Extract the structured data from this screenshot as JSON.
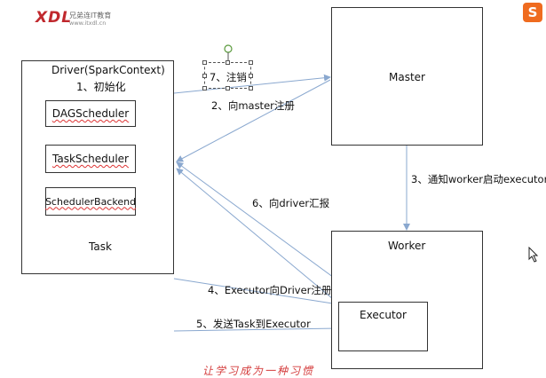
{
  "logo": {
    "main": "XDL",
    "sub": "兄弟连IT教育",
    "url": "www.itxdl.cn"
  },
  "sogou": {
    "letter": "S"
  },
  "driver": {
    "title": "Driver(SparkContext)",
    "init": "1、初始化",
    "components": [
      "DAGScheduler",
      "TaskScheduler",
      "SchedulerBackend"
    ],
    "task": "Task"
  },
  "master": {
    "title": "Master"
  },
  "worker": {
    "title": "Worker",
    "executor": "Executor"
  },
  "steps": {
    "register_cancel": "7、注销",
    "register_master": "2、向master注册",
    "notify_worker": "3、通知worker启动executor",
    "report_driver": "6、向driver汇报",
    "executor_register": "4、Executor向Driver注册",
    "send_task": "5、发送Task到Executor"
  },
  "footer": "让学习成为一种习惯",
  "colors": {
    "arrow": "#8aa8cf",
    "logo": "#c0282d",
    "sogou": "#ef6b1f"
  }
}
